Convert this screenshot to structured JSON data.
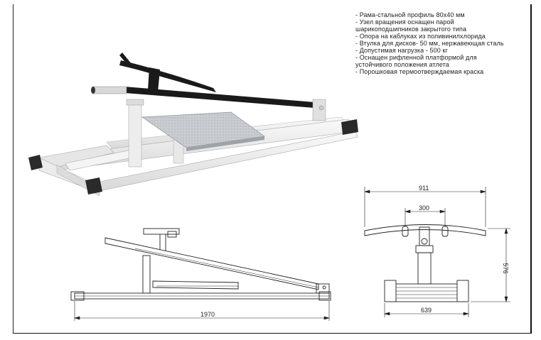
{
  "specs": [
    "- Рама-стальной профиль 80х40 мм",
    "- Узел вращения оснащен парой",
    "шарикоподшипников закрытого типа",
    "- Опора на каблуках из поливинилхлорида",
    "- Втулка для дисков- 50 мм, нержавеющая сталь",
    "- Допустимая нагрузка - 500 кг",
    "- Оснащен рифленной платформой для",
    "устойчивого положения атлета",
    "- Порошковая термоотверждаемая краска"
  ],
  "dimensions": {
    "length": "1970",
    "handle_width": "911",
    "grip_spacing": "300",
    "height": "576",
    "base_width": "639"
  },
  "colors": {
    "frame": "#f2f2f2",
    "lever": "#1a1a1a",
    "platform": "#c9ccd0",
    "feet": "#2a2a2a"
  }
}
